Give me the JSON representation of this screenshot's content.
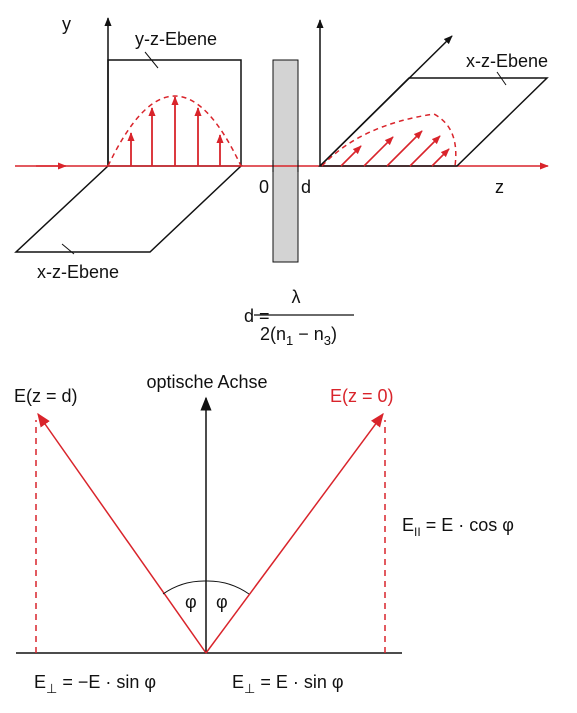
{
  "top_diagram": {
    "axis_y": "y",
    "axis_z": "z",
    "plane_yz": "y-z-Ebene",
    "plane_xz_right": "x-z-Ebene",
    "plane_xz_left": "x-z-Ebene",
    "tick_zero": "0",
    "tick_d": "d",
    "formula": {
      "lhs": "d =",
      "numerator": "λ",
      "den_left": "2(n",
      "den_sub1": "1",
      "den_mid": " − n",
      "den_sub3": "3",
      "den_right": ")"
    }
  },
  "bottom_diagram": {
    "optic_axis_label": "optische Achse",
    "e_left": "E(z = d)",
    "e_right": "E(z = 0)",
    "e_parallel": {
      "main": "E",
      "sub": "II",
      "rest": " = E · cos φ"
    },
    "phi_left": "φ",
    "phi_right": "φ",
    "e_perp_left": {
      "main": "E",
      "sub": "⊥",
      "rest": " = −E · sin φ"
    },
    "e_perp_right": {
      "main": "E",
      "sub": "⊥",
      "rest": " = E · sin φ"
    }
  },
  "colors": {
    "red": "#d9242b",
    "black": "#111111",
    "plate_fill": "#d3d3d3"
  }
}
